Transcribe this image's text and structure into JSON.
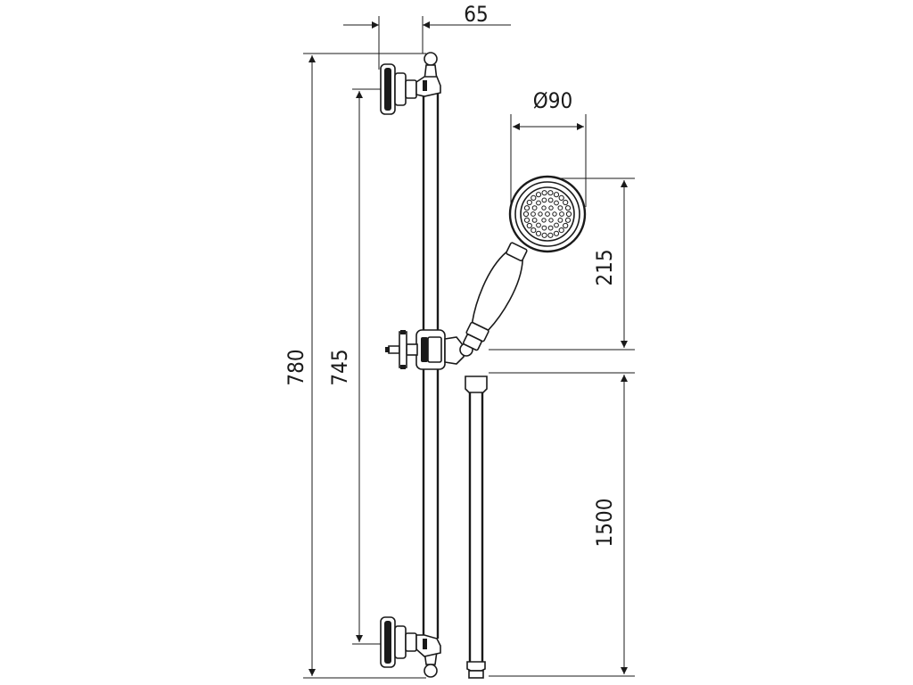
{
  "dimensions": {
    "rail_length": "780",
    "mount_spacing": "745",
    "wall_offset": "65",
    "head_diameter": "Ø90",
    "handshower_length": "215",
    "hose_length": "1500"
  }
}
